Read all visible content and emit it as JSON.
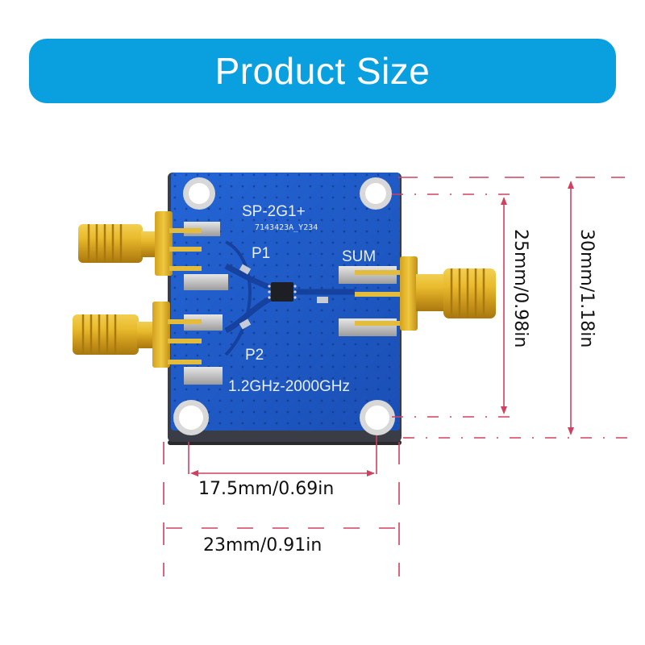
{
  "banner": {
    "title": "Product Size",
    "color": "#0aa0e0"
  },
  "board": {
    "model": "SP-2G1+",
    "serial": "7143423A_Y234",
    "port_labels": {
      "p1": "P1",
      "p2": "P2",
      "sum": "SUM"
    },
    "frequency_range": "1.2GHz-2000GHz",
    "pcb_color": "#1e5bc8",
    "connector_color": "#d9aa22"
  },
  "dimensions": {
    "hole_height": "25mm/0.98in",
    "board_height": "30mm/1.18in",
    "hole_width": "17.5mm/0.69in",
    "board_width": "23mm/0.91in",
    "line_color": "#d0405f"
  }
}
